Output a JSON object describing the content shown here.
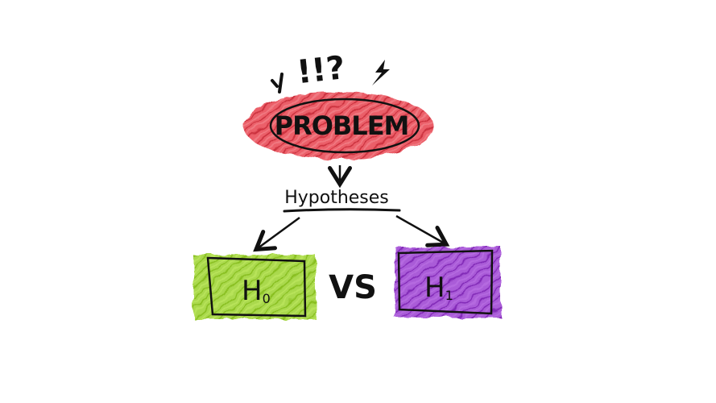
{
  "diagram": {
    "exclaim": "!!?",
    "problem": {
      "label": "PROBLEM",
      "color": "#e8434f"
    },
    "hypotheses": {
      "label": "Hypotheses"
    },
    "vs_label": "VS",
    "null_hypothesis": {
      "label": "H",
      "subscript": "0",
      "color": "#9bd22f"
    },
    "alt_hypothesis": {
      "label": "H",
      "subscript": "1",
      "color": "#9b3fd1"
    }
  }
}
